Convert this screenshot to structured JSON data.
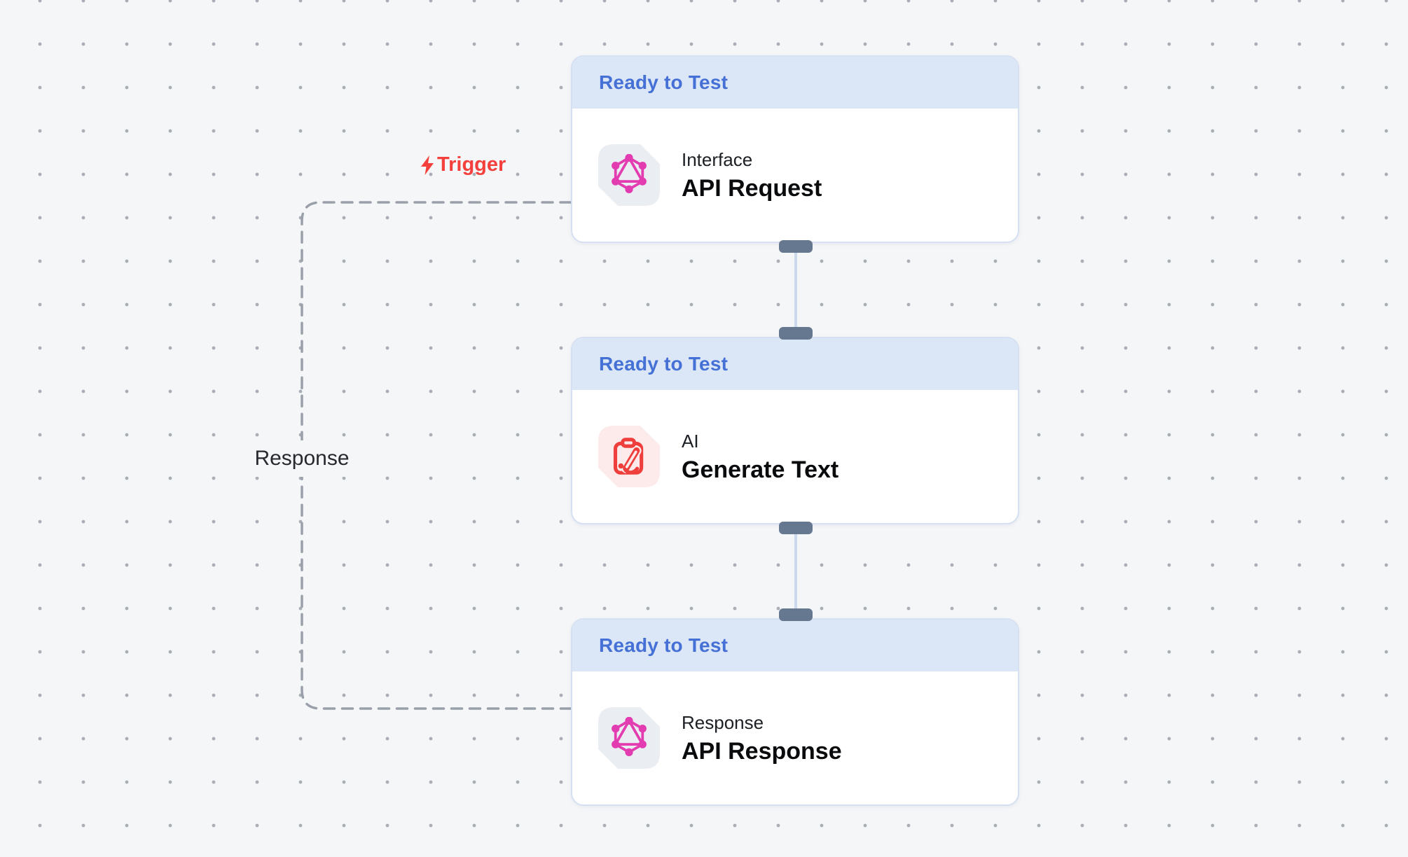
{
  "canvas": {
    "background": "#f5f6f8",
    "dot_color": "#a9adb5"
  },
  "edge": {
    "trigger_label": "Trigger",
    "response_label": "Response",
    "trigger_color": "#f4403c",
    "dash_color": "#9aa0aa"
  },
  "nodes": [
    {
      "status": "Ready to Test",
      "category": "Interface",
      "title": "API Request",
      "icon": "graphql-icon",
      "tile_color": "#eaedf2",
      "icon_color": "#e23cb0"
    },
    {
      "status": "Ready to Test",
      "category": "AI",
      "title": "Generate Text",
      "icon": "clipboard-pen-icon",
      "tile_color": "#fcebea",
      "icon_color": "#ee3f3d"
    },
    {
      "status": "Ready to Test",
      "category": "Response",
      "title": "API Response",
      "icon": "graphql-icon",
      "tile_color": "#eaedf2",
      "icon_color": "#e23cb0"
    }
  ],
  "colors": {
    "status_text": "#4571d6",
    "status_bg": "#dbe6f6",
    "node_border": "#d5e0f2",
    "handle": "#66788f",
    "connector_line": "#ccd9eb"
  }
}
